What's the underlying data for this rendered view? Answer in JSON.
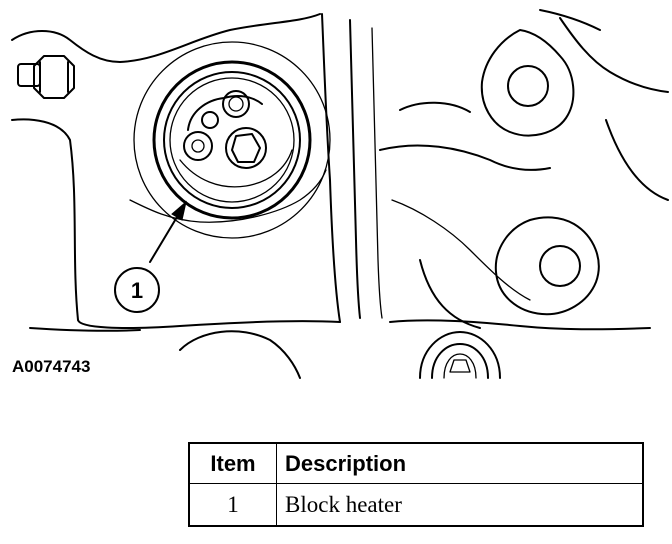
{
  "figure": {
    "id": "A0074743",
    "callout": "1"
  },
  "legend": {
    "headers": {
      "item": "Item",
      "description": "Description"
    },
    "rows": [
      {
        "item": "1",
        "description": "Block heater"
      }
    ]
  }
}
